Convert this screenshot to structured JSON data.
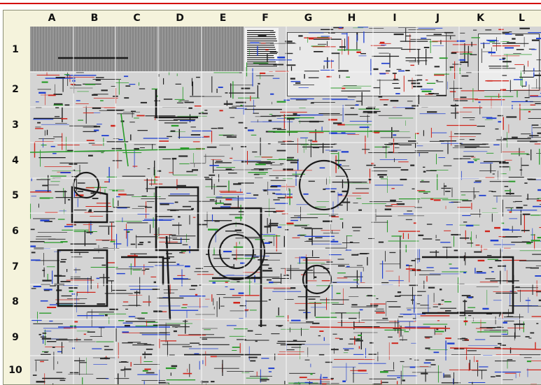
{
  "columns": [
    "A",
    "B",
    "C",
    "D",
    "E",
    "F",
    "G",
    "H",
    "I",
    "J",
    "K",
    "L"
  ],
  "rows": [
    "1",
    "2",
    "3",
    "4",
    "5",
    "6",
    "7",
    "8",
    "9",
    "10"
  ],
  "colors": {
    "accent_line": "#d40000",
    "sheet_bg": "#f5f3dc",
    "map_bg": "#d4d4d4",
    "pathway_black": "#1a1a1a",
    "pathway_blue": "#1f3fd0",
    "pathway_red": "#d0241a",
    "pathway_green": "#2a9b2a"
  }
}
